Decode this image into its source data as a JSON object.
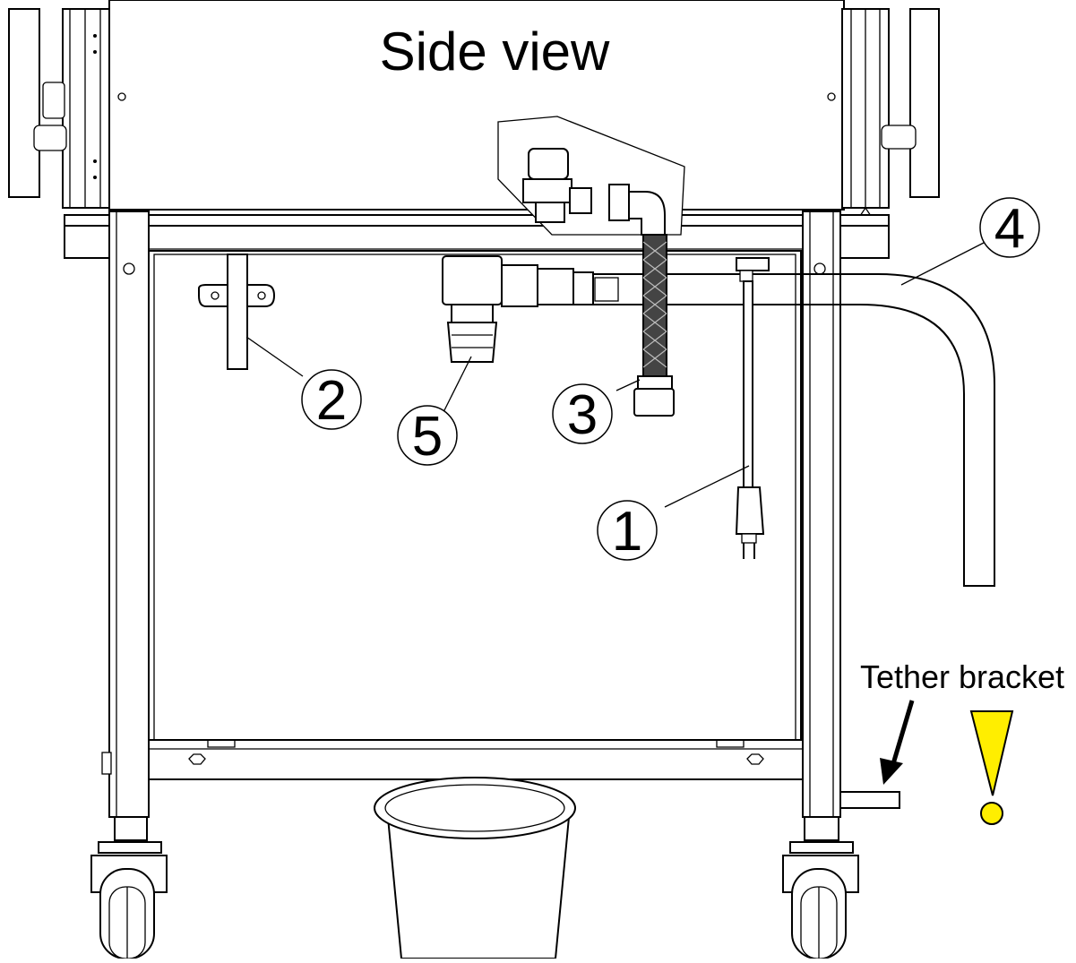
{
  "title": "Side view",
  "callouts": [
    {
      "number": "1"
    },
    {
      "number": "2"
    },
    {
      "number": "3"
    },
    {
      "number": "4"
    },
    {
      "number": "5"
    }
  ],
  "tether_label": "Tether bracket",
  "warning": {
    "color_fill": "#ffee00",
    "color_stroke": "#000000",
    "icon": "warning-exclamation-icon"
  }
}
